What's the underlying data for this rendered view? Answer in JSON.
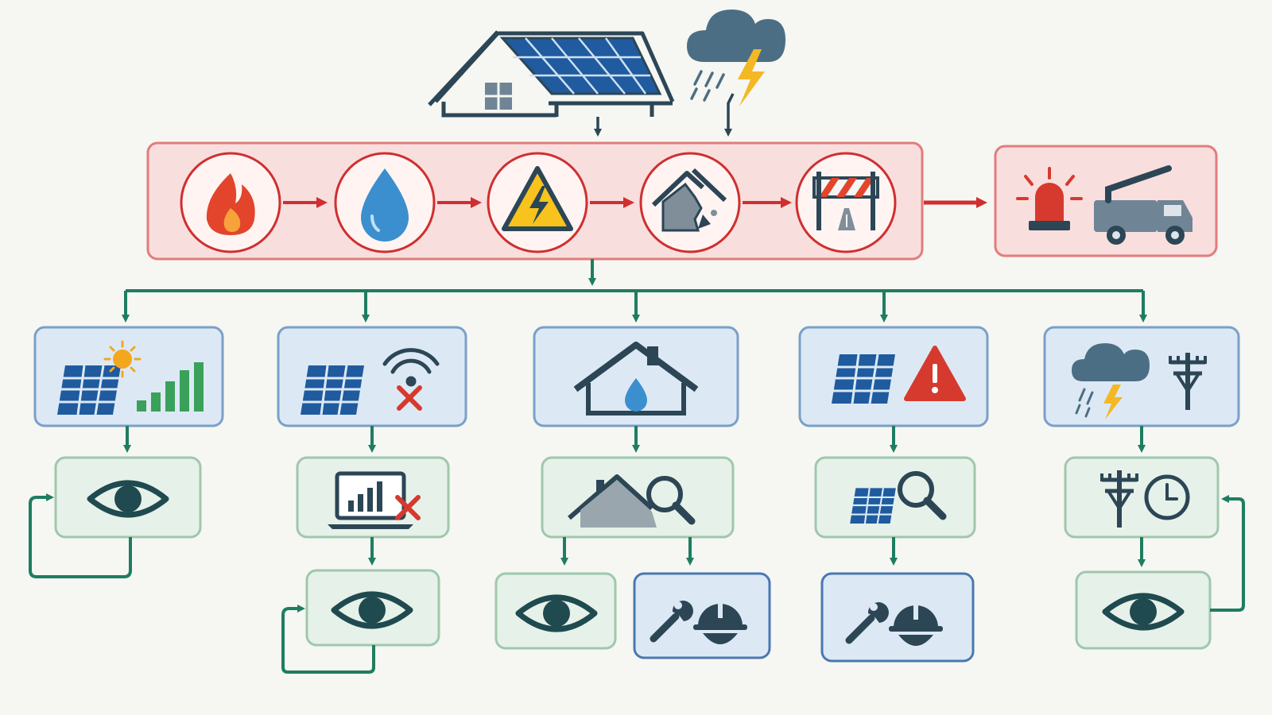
{
  "colors": {
    "background": "#f6f6f2",
    "hazard_box_fill": "#f9dede",
    "hazard_box_stroke": "#e27c7c",
    "hazard_arrow": "#cf2f2f",
    "flow_arrow": "#1e7d60",
    "panel_box_fill": "#dce9f5",
    "panel_box_stroke": "#7aa0c8",
    "action_box_fill": "#e6f1e9",
    "action_box_stroke": "#9fc8ad",
    "solar_blue": "#1f5b9e",
    "dark_icon": "#2c4656",
    "warning_yellow": "#f7c31c",
    "alert_red": "#d63a2e",
    "drop_blue": "#3b8fce",
    "sun_orange": "#f4a71d",
    "chart_green": "#3aa15a"
  },
  "header": {
    "icons": [
      "solar-roof-house-icon",
      "storm-cloud-lightning-icon"
    ]
  },
  "hazard_chain": {
    "icons": [
      "fire-icon",
      "water-drop-icon",
      "electrical-hazard-icon",
      "roof-damage-icon",
      "road-barrier-icon"
    ],
    "escalation_icons": [
      "emergency-siren-icon",
      "utility-truck-icon"
    ]
  },
  "branches": [
    {
      "id": "production",
      "trigger_icons": [
        "solar-panel-icon",
        "sun-icon",
        "production-bars-icon"
      ],
      "steps": [
        [
          "eye-icon"
        ]
      ],
      "loop": "left"
    },
    {
      "id": "communication",
      "trigger_icons": [
        "solar-panel-icon",
        "wifi-icon",
        "error-x-icon"
      ],
      "steps": [
        [
          "laptop-chart-error-icon"
        ],
        [
          "eye-icon"
        ]
      ],
      "loop": "left"
    },
    {
      "id": "roof-leak",
      "trigger_icons": [
        "house-water-drop-icon"
      ],
      "steps": [
        [
          "house-inspect-icon"
        ],
        [
          "eye-icon",
          "wrench-hardhat-icon"
        ]
      ],
      "loop": "none"
    },
    {
      "id": "panel-fault",
      "trigger_icons": [
        "solar-panel-icon",
        "warning-triangle-icon"
      ],
      "steps": [
        [
          "panel-inspect-icon"
        ],
        [
          "wrench-hardhat-icon"
        ]
      ],
      "loop": "none"
    },
    {
      "id": "grid-storm",
      "trigger_icons": [
        "storm-cloud-lightning-icon",
        "utility-pole-icon"
      ],
      "steps": [
        [
          "utility-pole-clock-icon"
        ],
        [
          "eye-icon"
        ]
      ],
      "loop": "right"
    }
  ]
}
